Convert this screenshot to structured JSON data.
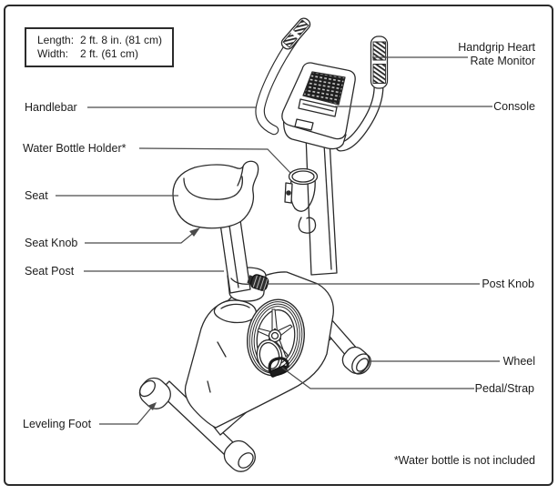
{
  "page": {
    "type": "assembly-diagram",
    "subject": "Upright exercise bike labeled parts diagram",
    "background": "#ffffff",
    "border_color": "#2b2b2b",
    "leader_line_color": "#4a4a4a",
    "ink_color": "#2a2a2a",
    "text_color": "#1c1c1c"
  },
  "dimensions_box": {
    "rows": [
      {
        "label": "Length:",
        "value": "2 ft. 8 in. (81 cm)"
      },
      {
        "label": "Width:",
        "value": "2 ft. (61 cm)"
      }
    ]
  },
  "callouts": {
    "handlebar": "Handlebar",
    "water_bottle_holder": "Water Bottle Holder*",
    "seat": "Seat",
    "seat_knob": "Seat Knob",
    "seat_post": "Seat Post",
    "leveling_foot": "Leveling Foot",
    "handgrip_line1": "Handgrip Heart",
    "handgrip_line2": "Rate Monitor",
    "console": "Console",
    "post_knob": "Post Knob",
    "wheel": "Wheel",
    "pedal_strap": "Pedal/Strap"
  },
  "footnote": "*Water bottle is not included"
}
